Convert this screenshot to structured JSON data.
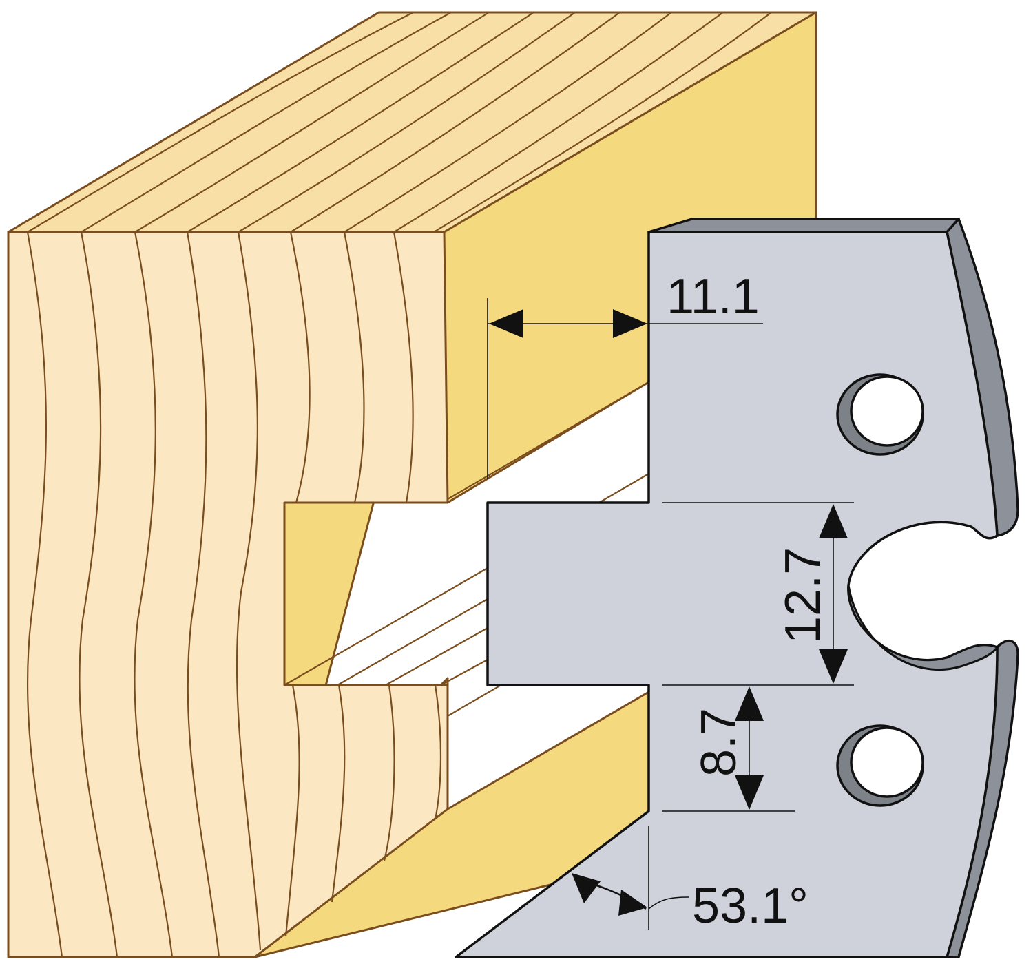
{
  "dimensions": {
    "width_label": "11.1",
    "height_label": "12.7",
    "depth_label": "8.7",
    "angle_label": "53.1°"
  },
  "colors": {
    "wood_face": "#fbe8c2",
    "wood_top": "#f7dfa6",
    "wood_side": "#f5d97f",
    "wood_grain": "#7a4d1e",
    "blade_face": "#cfd2da",
    "blade_edge": "#8d9199",
    "blade_hole": "#7d8188",
    "outline": "#111111"
  }
}
